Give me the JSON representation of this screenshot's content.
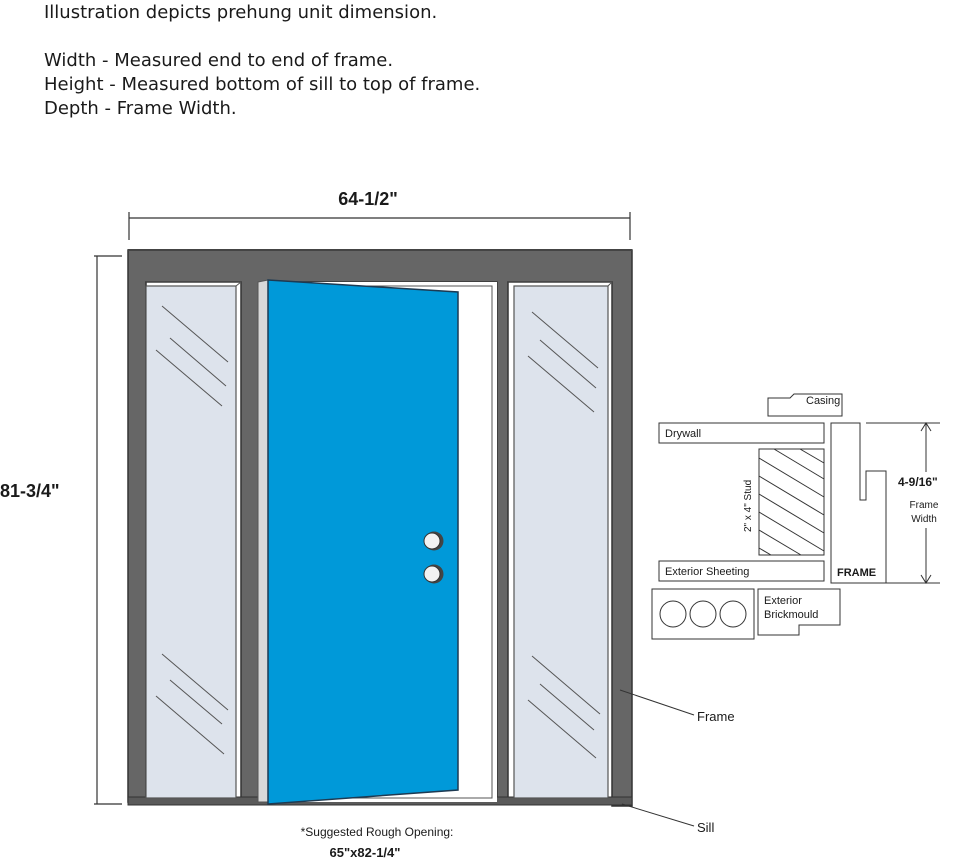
{
  "intro": {
    "line1": "Illustration depicts prehung unit dimension.",
    "line2": "Width - Measured end to end of frame.",
    "line3": "Height - Measured bottom of sill to top of frame.",
    "line4": "Depth - Frame Width."
  },
  "dimensions": {
    "width": "64-1/2\"",
    "height": "81-3/4\"",
    "depth": "4-9/16\"",
    "depth_label_line1": "Frame",
    "depth_label_line2": "Width"
  },
  "callouts": {
    "frame": "Frame",
    "sill": "Sill"
  },
  "rough_opening": {
    "line1": "*Suggested Rough Opening:",
    "line2": "65\"x82-1/4\""
  },
  "detail": {
    "casing": "Casing",
    "drywall": "Drywall",
    "stud": "2\" x 4\" Stud",
    "exterior_sheeting": "Exterior Sheeting",
    "frame": "FRAME",
    "brickmould_line1": "Exterior",
    "brickmould_line2": "Brickmould"
  },
  "colors": {
    "frame": "#666666",
    "door": "#0099d9",
    "glass": "#dde3ec",
    "outline": "#333333"
  }
}
